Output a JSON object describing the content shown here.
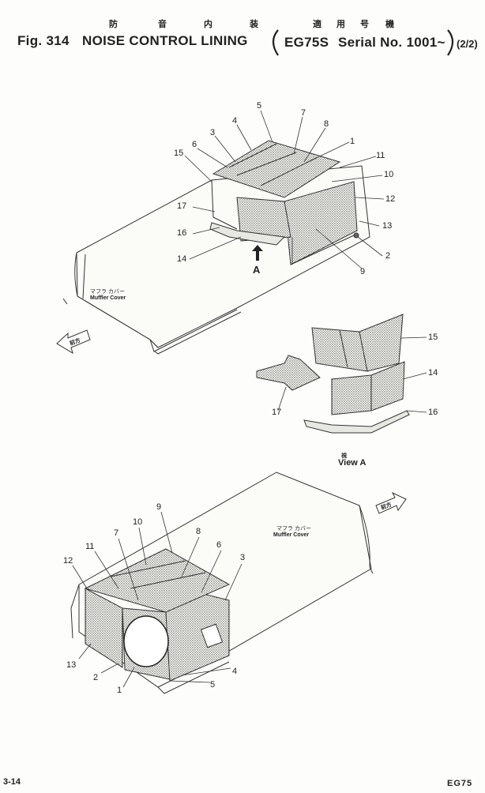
{
  "header": {
    "jp_chars": [
      "防",
      "音",
      "内",
      "装"
    ],
    "jp_serial": [
      "適",
      "用",
      "号",
      "機"
    ],
    "fig_label": "Fig. 314",
    "title": "NOISE CONTROL LINING",
    "model": "EG75S",
    "serial": "Serial No. 1001~",
    "page_fraction": "(2/2)"
  },
  "upper_diagram": {
    "cover_jp": "マフラ カバー",
    "cover_label": "Muffler Cover",
    "front_jp": "前方",
    "arrow_label": "A",
    "callouts": [
      "5",
      "7",
      "4",
      "8",
      "3",
      "6",
      "1",
      "15",
      "11",
      "10",
      "12",
      "17",
      "13",
      "16",
      "2",
      "14",
      "9"
    ]
  },
  "view_a": {
    "callouts": [
      "15",
      "14",
      "17",
      "16"
    ],
    "view_jp": "視",
    "view_label": "View A"
  },
  "lower_diagram": {
    "cover_jp": "マフラ カバー",
    "cover_label": "Muffler Cover",
    "front_jp": "前方",
    "callouts": [
      "9",
      "10",
      "7",
      "8",
      "11",
      "6",
      "12",
      "3",
      "13",
      "2",
      "4",
      "1",
      "5"
    ]
  },
  "footer": {
    "page_number": "3-14",
    "model_code": "EG75"
  }
}
